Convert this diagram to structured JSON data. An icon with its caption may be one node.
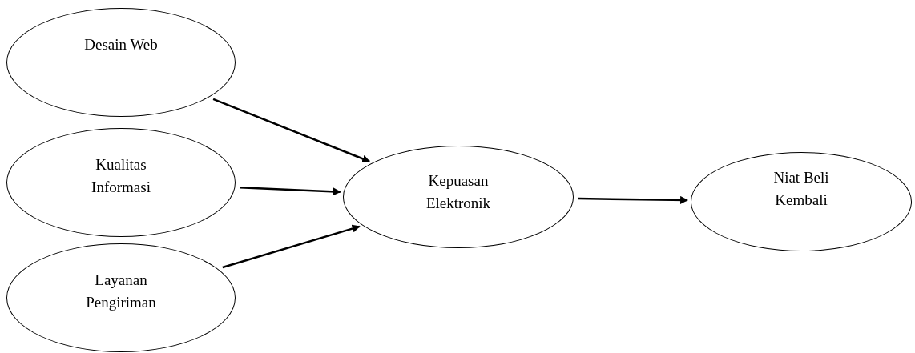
{
  "diagram": {
    "nodes": [
      {
        "text": [
          "Desain Web"
        ]
      },
      {
        "text": [
          "Kualitas Informasi"
        ]
      },
      {
        "text": [
          "Layanan Pengiriman"
        ]
      },
      {
        "text": [
          "Kepuasan Elektronik"
        ]
      },
      {
        "text": [
          "Niat Beli Kembali"
        ]
      }
    ],
    "edges": [
      {
        "from": 0,
        "to": 3,
        "arrow": "to"
      },
      {
        "from": 1,
        "to": 3,
        "arrow": "to"
      },
      {
        "from": 2,
        "to": 3,
        "arrow": "to"
      },
      {
        "from": 3,
        "to": 4,
        "arrow": "to"
      }
    ]
  }
}
